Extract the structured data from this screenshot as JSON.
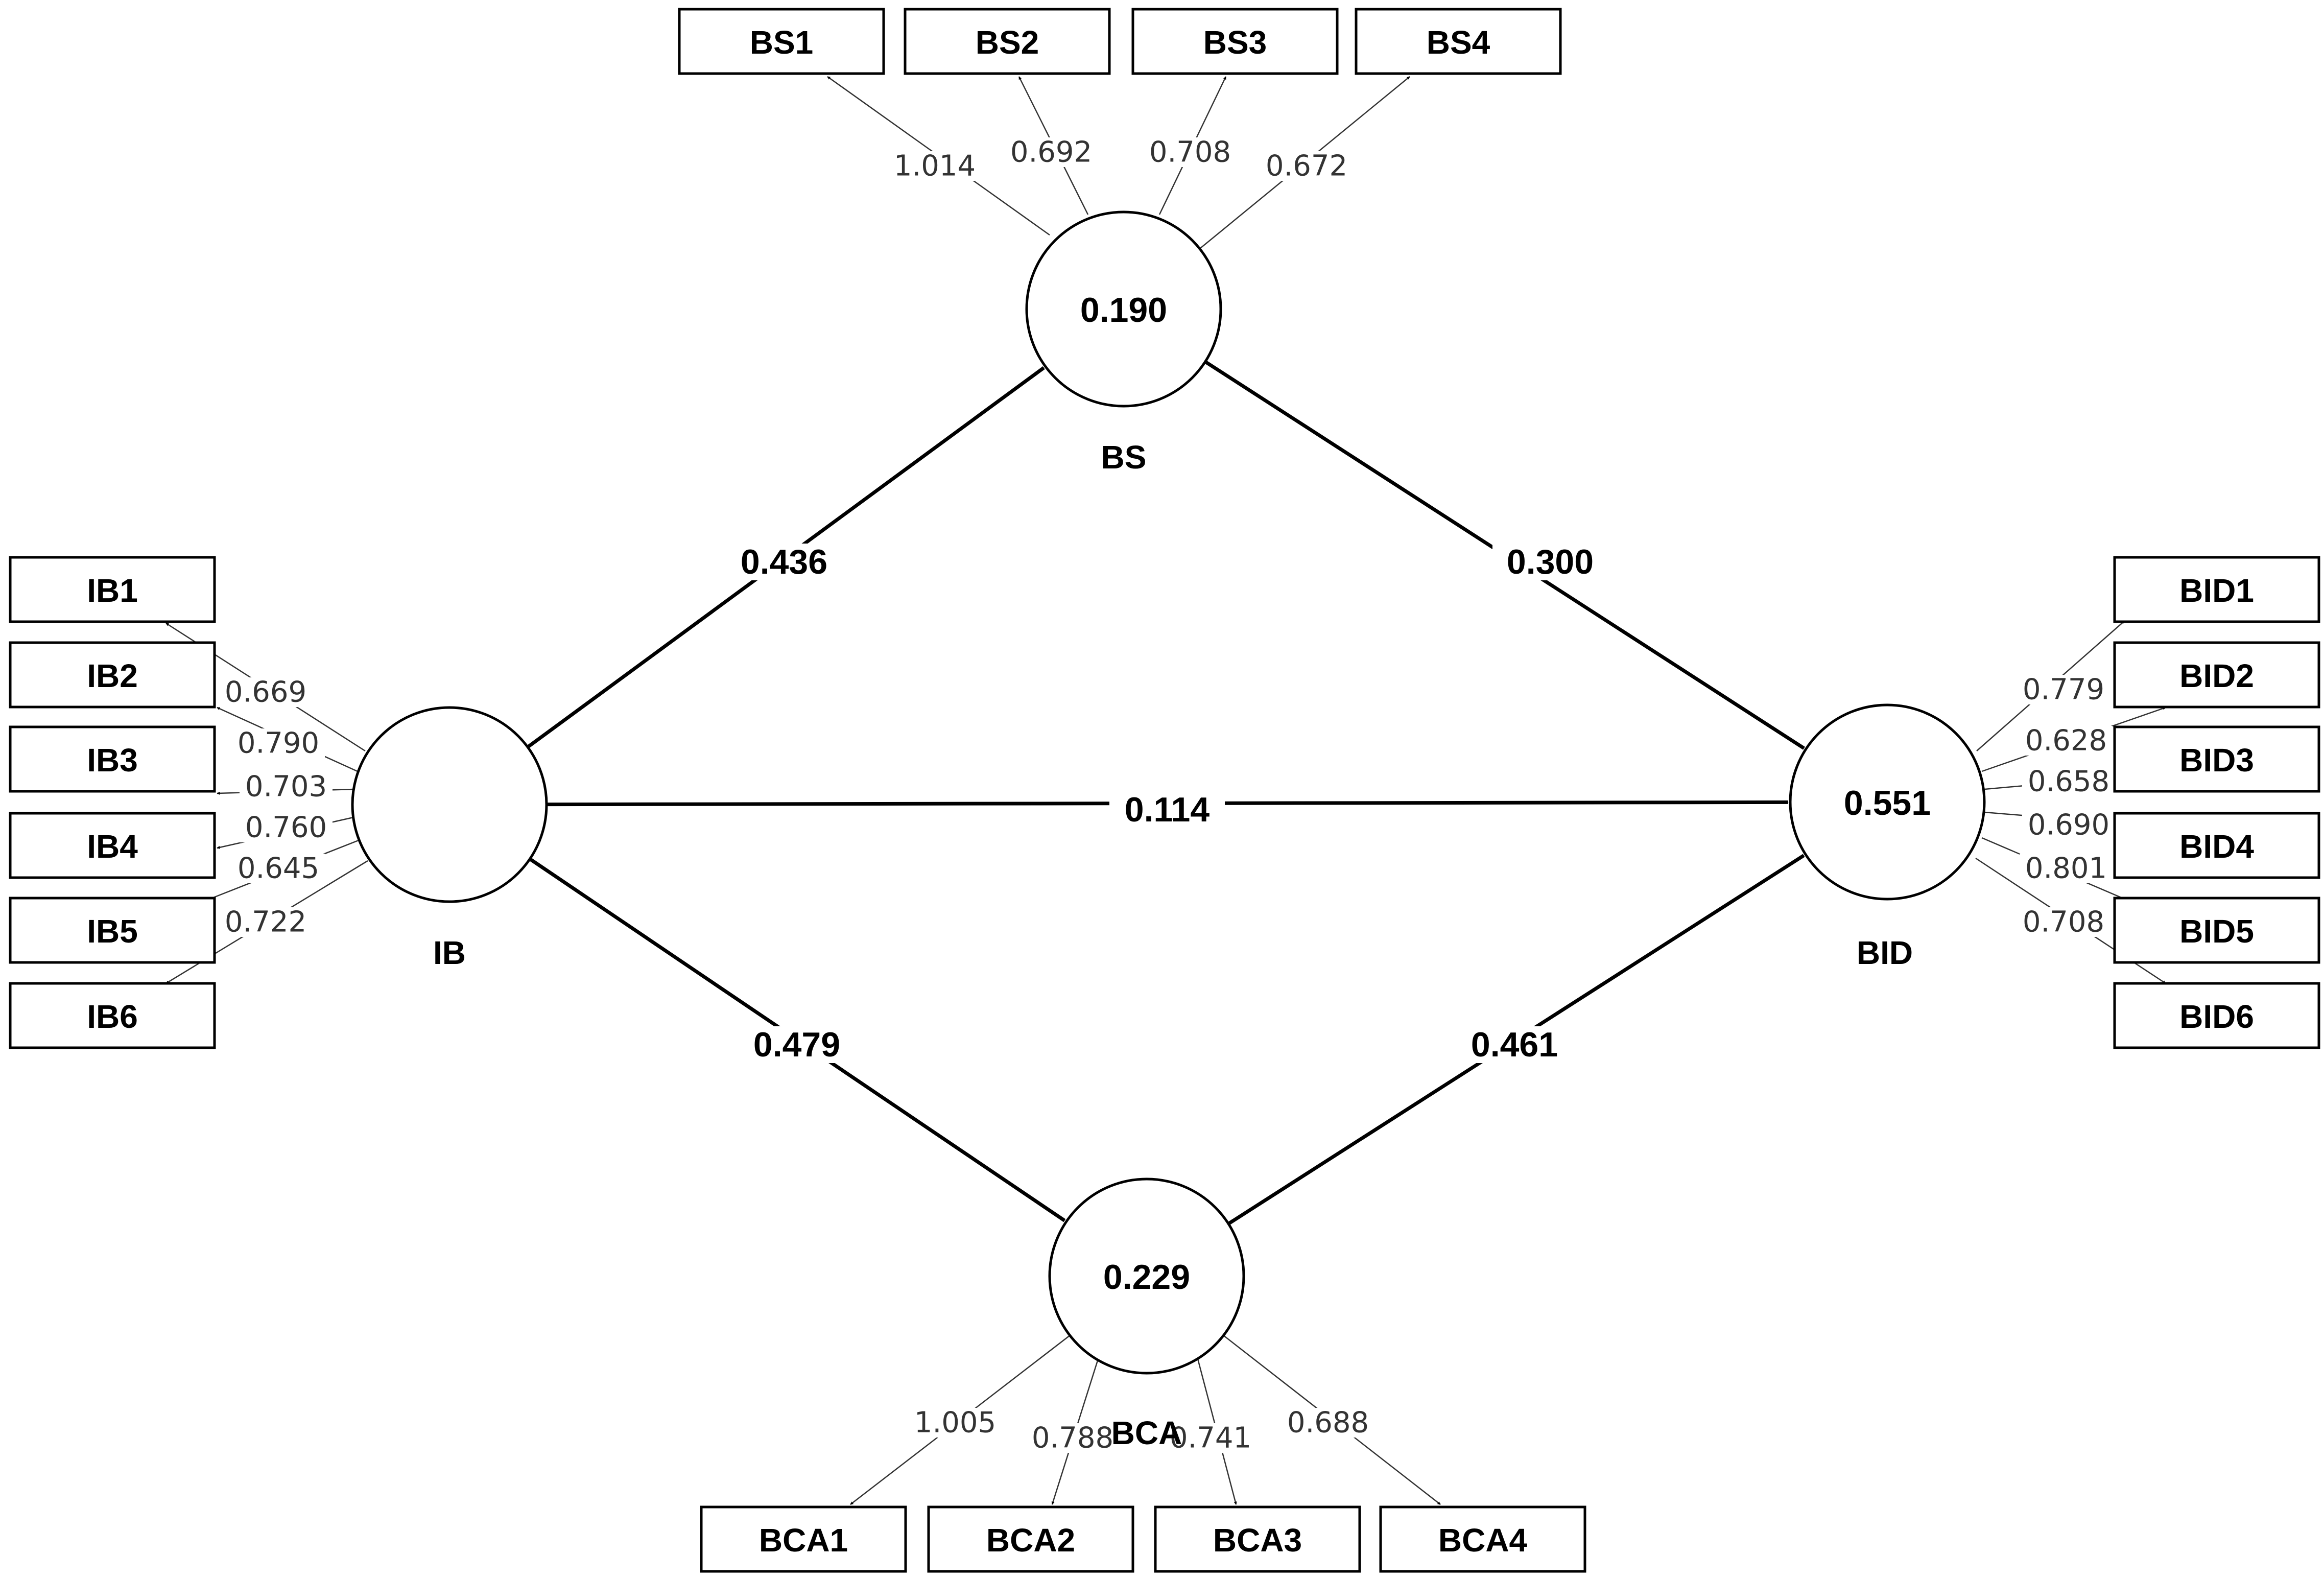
{
  "diagram": {
    "constructs": [
      {
        "id": "IB",
        "name": "IB",
        "value": ""
      },
      {
        "id": "BS",
        "name": "BS",
        "value": "0.190"
      },
      {
        "id": "BCA",
        "name": "BCA",
        "value": "0.229"
      },
      {
        "id": "BID",
        "name": "BID",
        "value": "0.551"
      }
    ],
    "indicators": [
      {
        "id": "BS1",
        "label": "BS1",
        "construct": "BS",
        "loading": "1.014"
      },
      {
        "id": "BS2",
        "label": "BS2",
        "construct": "BS",
        "loading": "0.692"
      },
      {
        "id": "BS3",
        "label": "BS3",
        "construct": "BS",
        "loading": "0.708"
      },
      {
        "id": "BS4",
        "label": "BS4",
        "construct": "BS",
        "loading": "0.672"
      },
      {
        "id": "IB1",
        "label": "IB1",
        "construct": "IB",
        "loading": "0.669"
      },
      {
        "id": "IB2",
        "label": "IB2",
        "construct": "IB",
        "loading": "0.790"
      },
      {
        "id": "IB3",
        "label": "IB3",
        "construct": "IB",
        "loading": "0.703"
      },
      {
        "id": "IB4",
        "label": "IB4",
        "construct": "IB",
        "loading": "0.760"
      },
      {
        "id": "IB5",
        "label": "IB5",
        "construct": "IB",
        "loading": "0.645"
      },
      {
        "id": "IB6",
        "label": "IB6",
        "construct": "IB",
        "loading": "0.722"
      },
      {
        "id": "BID1",
        "label": "BID1",
        "construct": "BID",
        "loading": "0.779"
      },
      {
        "id": "BID2",
        "label": "BID2",
        "construct": "BID",
        "loading": "0.628"
      },
      {
        "id": "BID3",
        "label": "BID3",
        "construct": "BID",
        "loading": "0.658"
      },
      {
        "id": "BID4",
        "label": "BID4",
        "construct": "BID",
        "loading": "0.690"
      },
      {
        "id": "BID5",
        "label": "BID5",
        "construct": "BID",
        "loading": "0.801"
      },
      {
        "id": "BID6",
        "label": "BID6",
        "construct": "BID",
        "loading": "0.708"
      },
      {
        "id": "BCA1",
        "label": "BCA1",
        "construct": "BCA",
        "loading": "1.005"
      },
      {
        "id": "BCA2",
        "label": "BCA2",
        "construct": "BCA",
        "loading": "0.788"
      },
      {
        "id": "BCA3",
        "label": "BCA3",
        "construct": "BCA",
        "loading": "0.741"
      },
      {
        "id": "BCA4",
        "label": "BCA4",
        "construct": "BCA",
        "loading": "0.688"
      }
    ],
    "paths": [
      {
        "from": "IB",
        "to": "BS",
        "coefficient": "0.436"
      },
      {
        "from": "BS",
        "to": "BID",
        "coefficient": "0.300"
      },
      {
        "from": "IB",
        "to": "BID",
        "coefficient": "0.114"
      },
      {
        "from": "IB",
        "to": "BCA",
        "coefficient": "0.479"
      },
      {
        "from": "BCA",
        "to": "BID",
        "coefficient": "0.461"
      }
    ]
  }
}
